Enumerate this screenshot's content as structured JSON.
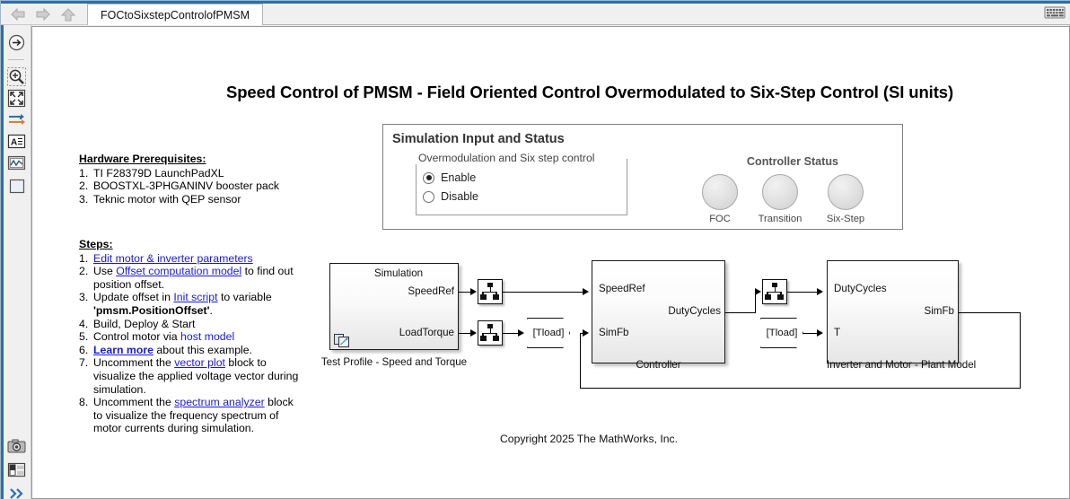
{
  "window": {
    "tab_label": "FOCtoSixstepControlofPMSM",
    "nav": [
      {
        "name": "back-arrow-icon"
      },
      {
        "name": "forward-arrow-icon"
      },
      {
        "name": "up-arrow-icon"
      }
    ],
    "keyboard_icon": "keyboard-icon"
  },
  "sidebar": {
    "items": [
      {
        "name": "navigate-into-icon"
      },
      {
        "name": "zoom-in-icon"
      },
      {
        "name": "fit-to-view-icon"
      },
      {
        "name": "signal-lines-icon"
      },
      {
        "name": "annotation-text-icon"
      },
      {
        "name": "scope-icon"
      },
      {
        "name": "blank-block-icon"
      },
      {
        "name": "camera-snapshot-icon"
      },
      {
        "name": "layout-panels-icon"
      },
      {
        "name": "expand-chevrons-icon"
      }
    ]
  },
  "page": {
    "title": "Speed Control of PMSM - Field Oriented Control Overmodulated to Six-Step Control (SI units)",
    "copyright": "Copyright 2025 The MathWorks, Inc."
  },
  "hardware": {
    "heading": "Hardware Prerequisites:",
    "items": [
      {
        "num": "1.",
        "text": "TI F28379D LaunchPadXL"
      },
      {
        "num": "2.",
        "text": "BOOSTXL-3PHGANINV booster pack"
      },
      {
        "num": "3.",
        "text": "Teknic motor with QEP sensor"
      }
    ]
  },
  "steps": {
    "heading": "Steps:",
    "items": [
      {
        "num": "1.",
        "pre": "",
        "link": "Edit motor & inverter parameters",
        "link_style": "underline",
        "post": ""
      },
      {
        "num": "2.",
        "pre": "Use ",
        "link": "Offset computation model",
        "link_style": "underline",
        "post": " to find out position offset."
      },
      {
        "num": "3.",
        "pre": "Update offset in ",
        "link": "Init script",
        "link_style": "underline",
        "post": " to variable ",
        "bold_tail": "'pmsm.PositionOffset'",
        "tail_end": "."
      },
      {
        "num": "4.",
        "pre": "Build, Deploy & Start",
        "link": "",
        "post": ""
      },
      {
        "num": "5.",
        "pre": "Control motor via ",
        "link": "host model",
        "link_style": "plain",
        "post": ""
      },
      {
        "num": "6.",
        "pre": "",
        "link": "Learn more",
        "link_style": "bold",
        "post": " about this example."
      },
      {
        "num": "7.",
        "pre": "Uncomment the ",
        "link": "vector plot",
        "link_style": "underline",
        "post": " block to visualize the applied voltage vector during simulation."
      },
      {
        "num": "8.",
        "pre": "Uncomment the ",
        "link": "spectrum analyzer",
        "link_style": "underline",
        "post": " block to visualize the frequency spectrum of motor currents during simulation."
      }
    ]
  },
  "panel": {
    "title": "Simulation Input and Status",
    "group_caption": "Overmodulation and Six step control",
    "radios": [
      {
        "label": "Enable",
        "selected": true
      },
      {
        "label": "Disable",
        "selected": false
      }
    ],
    "controller_status_title": "Controller Status",
    "lamps": [
      {
        "label": "FOC",
        "state": "off",
        "color": "#e0e0e0"
      },
      {
        "label": "Transition",
        "state": "off",
        "color": "#e0e0e0"
      },
      {
        "label": "Six-Step",
        "state": "off",
        "color": "#e0e0e0"
      }
    ]
  },
  "diagram": {
    "test_profile": {
      "inner_label": "Simulation",
      "caption": "Test Profile - Speed and Torque",
      "outputs": [
        "SpeedRef",
        "LoadTorque"
      ]
    },
    "controller": {
      "caption": "Controller",
      "inputs": [
        "SpeedRef",
        "SimFb"
      ],
      "outputs": [
        "DutyCycles"
      ]
    },
    "plant": {
      "caption": "Inverter and Motor - Plant Model",
      "inputs": [
        "DutyCycles",
        "T"
      ],
      "outputs": [
        "SimFb"
      ]
    },
    "tags": [
      {
        "label": "[Tload]",
        "type": "goto"
      },
      {
        "label": "[Tload]",
        "type": "from"
      }
    ],
    "mini_blocks": [
      {
        "name": "rate-transition-speedref"
      },
      {
        "name": "rate-transition-loadtorque"
      },
      {
        "name": "rate-transition-dutycycles"
      }
    ]
  }
}
